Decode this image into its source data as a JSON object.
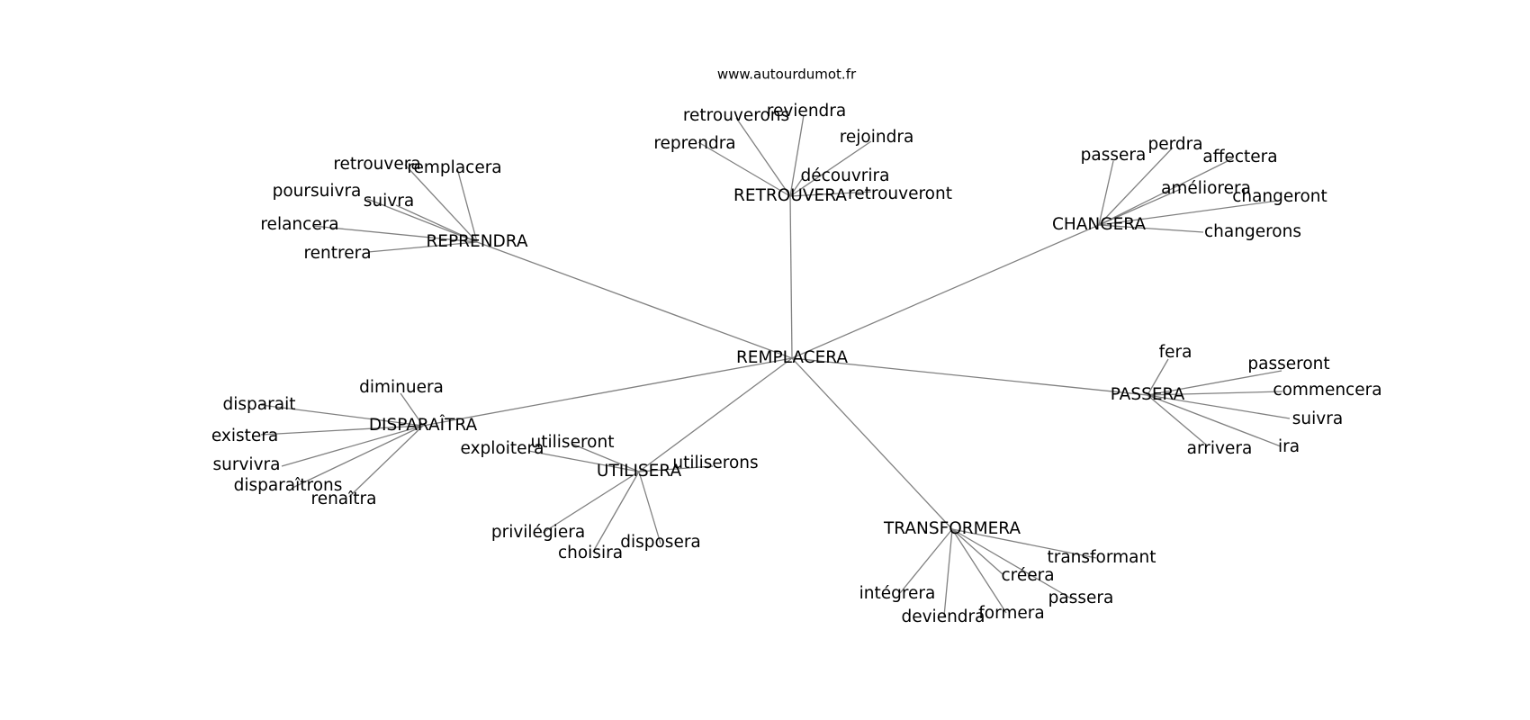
{
  "source": "www.autourdumot.fr",
  "graph": {
    "center": "REMPLACERA",
    "groups": [
      {
        "hub": "REPRENDRA",
        "leaves": [
          "retrouvera",
          "remplacera",
          "poursuivra",
          "suivra",
          "relancera",
          "rentrera"
        ]
      },
      {
        "hub": "RETROUVERA",
        "leaves": [
          "retrouverons",
          "reviendra",
          "reprendra",
          "rejoindra",
          "découvrira",
          "retrouveront"
        ]
      },
      {
        "hub": "CHANGERA",
        "leaves": [
          "passera",
          "perdra",
          "affectera",
          "améliorera",
          "changeront",
          "changerons"
        ]
      },
      {
        "hub": "PASSERA",
        "leaves": [
          "fera",
          "passeront",
          "commencera",
          "suivra",
          "ira",
          "arrivera"
        ]
      },
      {
        "hub": "DISPARAÎTRA",
        "leaves": [
          "diminuera",
          "disparait",
          "existera",
          "survivra",
          "disparaîtrons",
          "renaîtra"
        ]
      },
      {
        "hub": "UTILISERA",
        "leaves": [
          "utiliseront",
          "exploitera",
          "utiliserons",
          "privilégiera",
          "choisira",
          "disposera"
        ]
      },
      {
        "hub": "TRANSFORMERA",
        "leaves": [
          "transformant",
          "créera",
          "passera",
          "intégrera",
          "deviendra",
          "formera"
        ]
      }
    ]
  }
}
